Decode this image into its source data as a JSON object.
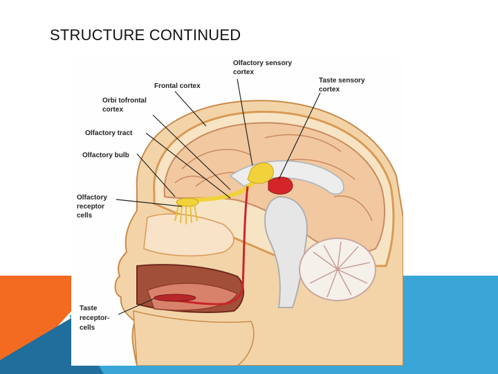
{
  "slide": {
    "title": "STRUCTURE CONTINUED",
    "colors": {
      "orange": "#F26B21",
      "blue": "#3AA6D8",
      "dark_blue": "#1F6E9C"
    }
  },
  "figure": {
    "description_visible": false,
    "labels": {
      "frontal_cortex": "Frontal cortex",
      "orbitofrontal_1": "Orbi tofrontal",
      "orbitofrontal_2": "cortex",
      "olfactory_tract": "Olfactory tract",
      "olfactory_bulb": "Olfactory bulb",
      "olf_receptor_1": "Olfactory",
      "olf_receptor_2": "receptor",
      "olf_receptor_3": "cells",
      "olf_sensory_1": "Olfactory sensory",
      "olf_sensory_2": "cortex",
      "taste_sensory_1": "Taste sensory",
      "taste_sensory_2": "cortex",
      "taste_receptor_1": "Taste",
      "taste_receptor_2": "receptor-",
      "taste_receptor_3": "cells"
    }
  }
}
